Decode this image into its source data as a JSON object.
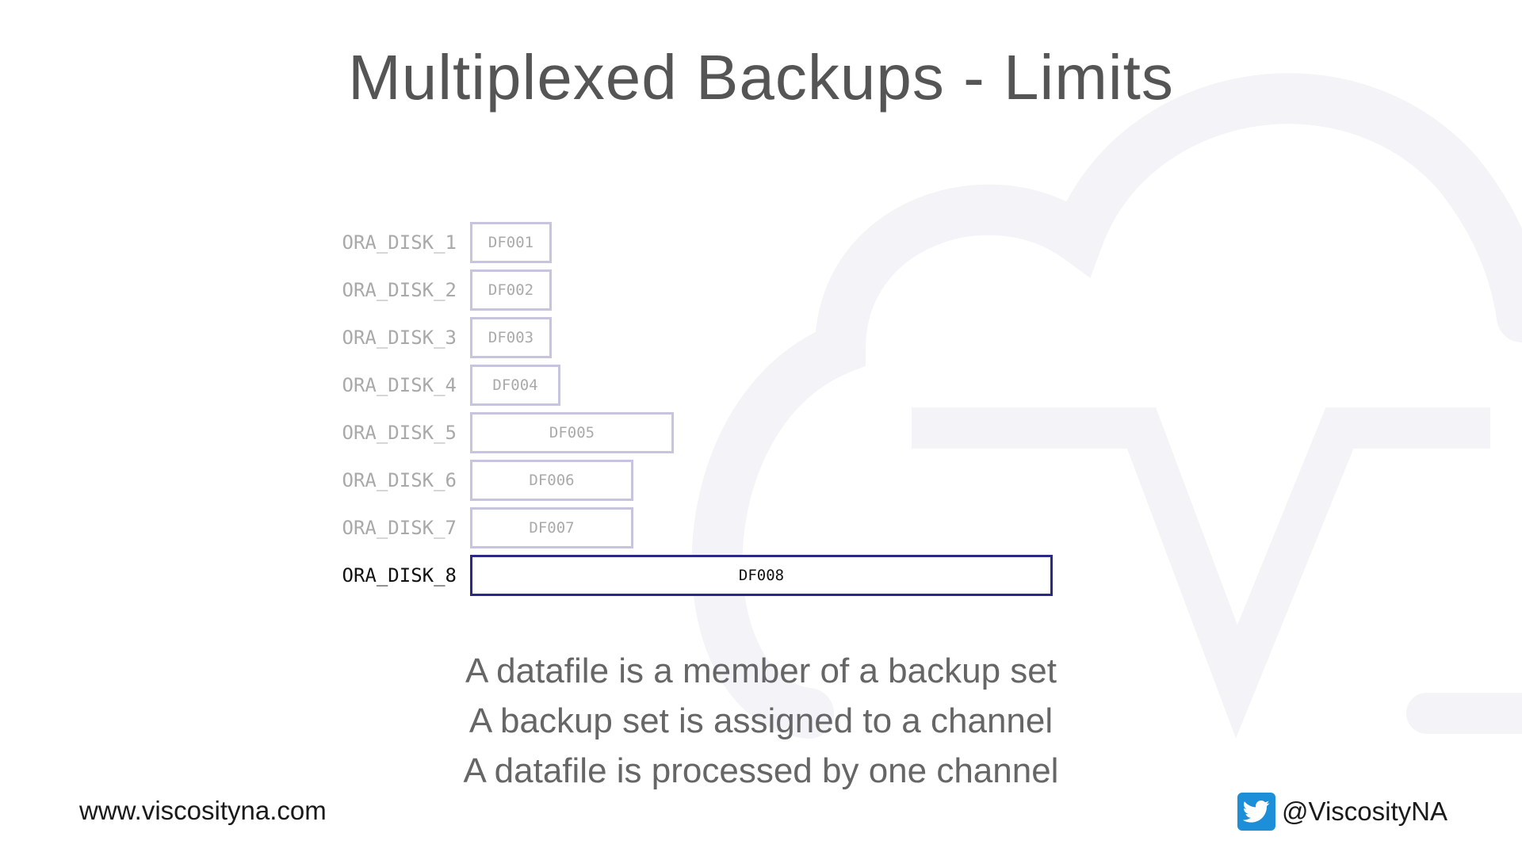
{
  "slide": {
    "title": "Multiplexed Backups - Limits"
  },
  "diagram": {
    "rows": [
      {
        "disk": "ORA_DISK_1",
        "datafile": "DF001",
        "relative_size": 0.14,
        "active": false
      },
      {
        "disk": "ORA_DISK_2",
        "datafile": "DF002",
        "relative_size": 0.14,
        "active": false
      },
      {
        "disk": "ORA_DISK_3",
        "datafile": "DF003",
        "relative_size": 0.14,
        "active": false
      },
      {
        "disk": "ORA_DISK_4",
        "datafile": "DF004",
        "relative_size": 0.155,
        "active": false
      },
      {
        "disk": "ORA_DISK_5",
        "datafile": "DF005",
        "relative_size": 0.35,
        "active": false
      },
      {
        "disk": "ORA_DISK_6",
        "datafile": "DF006",
        "relative_size": 0.28,
        "active": false
      },
      {
        "disk": "ORA_DISK_7",
        "datafile": "DF007",
        "relative_size": 0.28,
        "active": false
      },
      {
        "disk": "ORA_DISK_8",
        "datafile": "DF008",
        "relative_size": 1.0,
        "active": true
      }
    ],
    "colors": {
      "inactive_border": "#c6c4de",
      "active_border": "#2a2a86",
      "inactive_text": "#a9a9a9",
      "active_text": "#111111"
    }
  },
  "statements": [
    "A datafile is a member of a backup set",
    "A backup set is assigned to a channel",
    "A datafile is processed by one channel"
  ],
  "footer": {
    "website": "www.viscosityna.com",
    "twitter_handle": "@ViscosityNA",
    "twitter_icon": "twitter-bird-icon",
    "twitter_color": "#1d8fd8"
  }
}
